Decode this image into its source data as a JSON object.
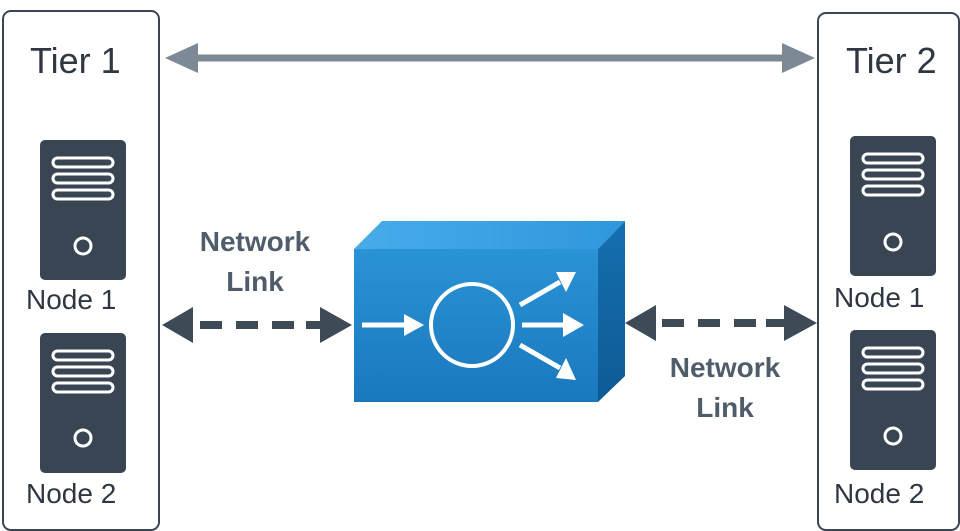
{
  "tiers": [
    {
      "title": "Tier 1",
      "nodes": [
        "Node 1",
        "Node 2"
      ]
    },
    {
      "title": "Tier 2",
      "nodes": [
        "Node 1",
        "Node 2"
      ]
    }
  ],
  "links": [
    {
      "line1": "Network",
      "line2": "Link"
    },
    {
      "line1": "Network",
      "line2": "Link"
    }
  ],
  "colors": {
    "border": "#3b4552",
    "server": "#3a4554",
    "arrow": "#7d8a96",
    "dash_arrow": "#3f4a57",
    "box_front": "#1f84c8",
    "box_top": "#3aa0e0",
    "box_side": "#11649f"
  },
  "icons": [
    "server-icon",
    "load-balancer-icon"
  ]
}
